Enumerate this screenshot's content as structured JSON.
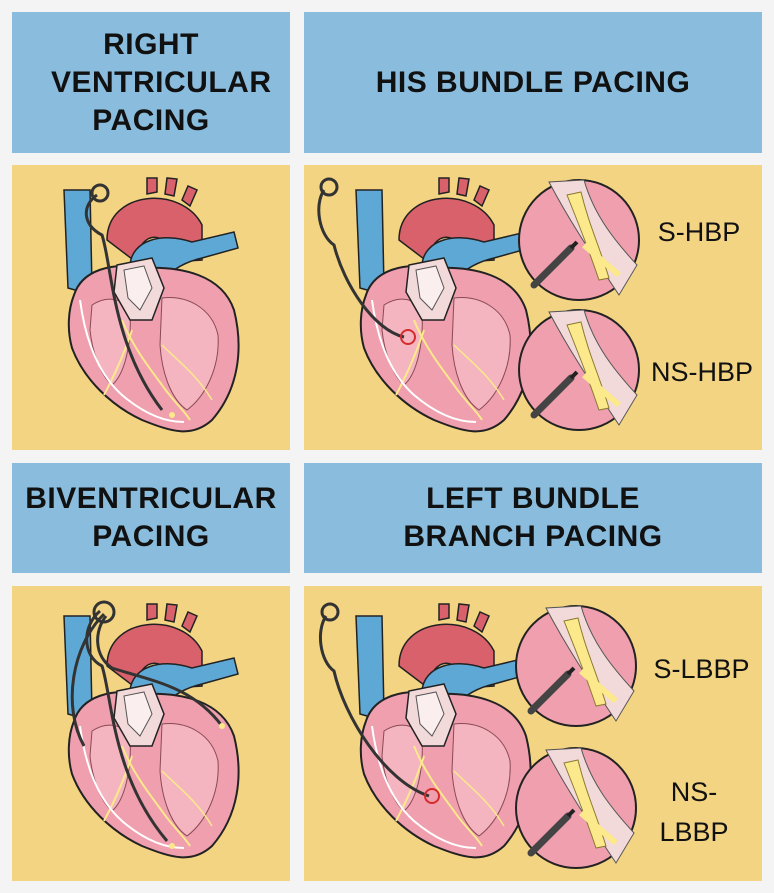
{
  "panels": {
    "rv": {
      "title": "RIGHT VENTRICULAR PACING"
    },
    "his": {
      "title": "HIS BUNDLE PACING",
      "labels": [
        "S-HBP",
        "NS-HBP"
      ]
    },
    "bv": {
      "title": "BIVENTRICULAR PACING"
    },
    "lbb": {
      "title": "LEFT BUNDLE BRANCH PACING",
      "labels": [
        "S-LBBP",
        "NS-LBBP"
      ]
    }
  },
  "colors": {
    "header_bg": "#89bcdd",
    "panel_bg": "#f3d483",
    "heart_pink": "#ef9fae",
    "aorta_red": "#d9616b",
    "vein_blue": "#5ea8d6",
    "conduction_yellow": "#fbe98b",
    "lead_dark": "#333333",
    "target_red": "#d62b2b"
  },
  "icons": [
    "heart-illustration",
    "pacing-lead-icon",
    "zoom-inset-icon",
    "target-circle-icon"
  ]
}
